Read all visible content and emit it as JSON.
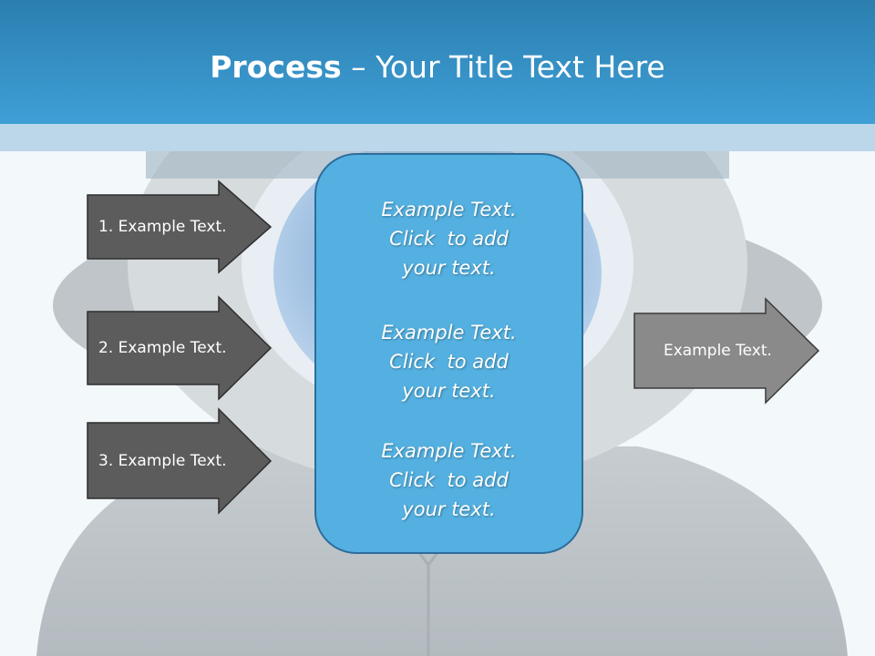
{
  "title": {
    "strong": "Process",
    "rest": " – Your Title Text Here"
  },
  "left_arrows": [
    {
      "label": "1. Example Text."
    },
    {
      "label": "2. Example Text."
    },
    {
      "label": "3. Example Text."
    }
  ],
  "center_box": {
    "blocks": [
      {
        "text": "Example Text.\nClick  to add\nyour text."
      },
      {
        "text": "Example Text.\nClick  to add\nyour text."
      },
      {
        "text": "Example Text.\nClick  to add\nyour text."
      }
    ]
  },
  "right_arrow": {
    "label": "Example Text."
  },
  "colors": {
    "header": "#3a9ad2",
    "band": "#bcd6ea",
    "dark_arrow": "#5c5c5c",
    "light_arrow": "#8a8a8a",
    "center_box": "#54b0e0"
  }
}
